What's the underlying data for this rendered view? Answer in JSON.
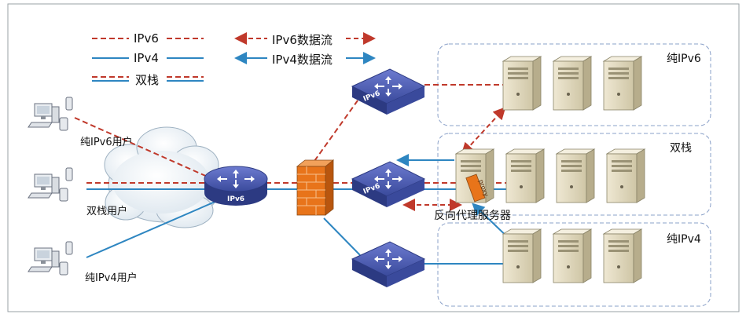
{
  "legend": {
    "ipv6": "IPv6",
    "ipv4": "IPv4",
    "dual": "双栈",
    "ipv6_flow": "IPv6数据流",
    "ipv4_flow": "IPv4数据流"
  },
  "users": {
    "ipv6_user": "纯IPv6用户",
    "dual_user": "双栈用户",
    "ipv4_user": "纯IPv4用户"
  },
  "devices": {
    "core_router": "IPv6",
    "switch_ipv6": "IPv6",
    "switch_dual": "IPv6",
    "proxy": "proxy"
  },
  "zones": {
    "ipv6_zone": "纯IPv6",
    "dual_zone": "双栈",
    "ipv4_zone": "纯IPv4"
  },
  "labels": {
    "reverse_proxy": "反向代理服务器"
  },
  "colors": {
    "ipv6_red": "#c0392b",
    "ipv4_blue": "#2e86c1",
    "device_blue": "#3f51a6",
    "firewall": "#e8741a"
  }
}
